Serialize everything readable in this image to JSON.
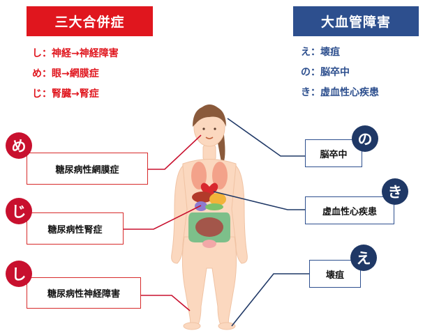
{
  "left_header": "三大合併症",
  "right_header": "大血管障害",
  "left_list": [
    "し：神経→神経障害",
    "め：眼→網膜症",
    "じ：腎臓→腎症"
  ],
  "right_list": [
    "え：壊疽",
    "の：脳卒中",
    "き：虚血性心疾患"
  ],
  "labels": {
    "retinopathy": "糖尿病性網膜症",
    "nephropathy": "糖尿病性腎症",
    "neuropathy": "糖尿病性神経障害",
    "stroke": "脳卒中",
    "ischemic": "虚血性心疾患",
    "gangrene": "壊疽"
  },
  "badges": {
    "me": "め",
    "ji": "じ",
    "shi": "し",
    "no": "の",
    "ki": "き",
    "e": "え"
  },
  "colors": {
    "red": "#e0161e",
    "navy": "#2d4f8e",
    "badge_red": "#c8102e",
    "badge_navy": "#1f3866",
    "skin": "#fbd8bf"
  }
}
